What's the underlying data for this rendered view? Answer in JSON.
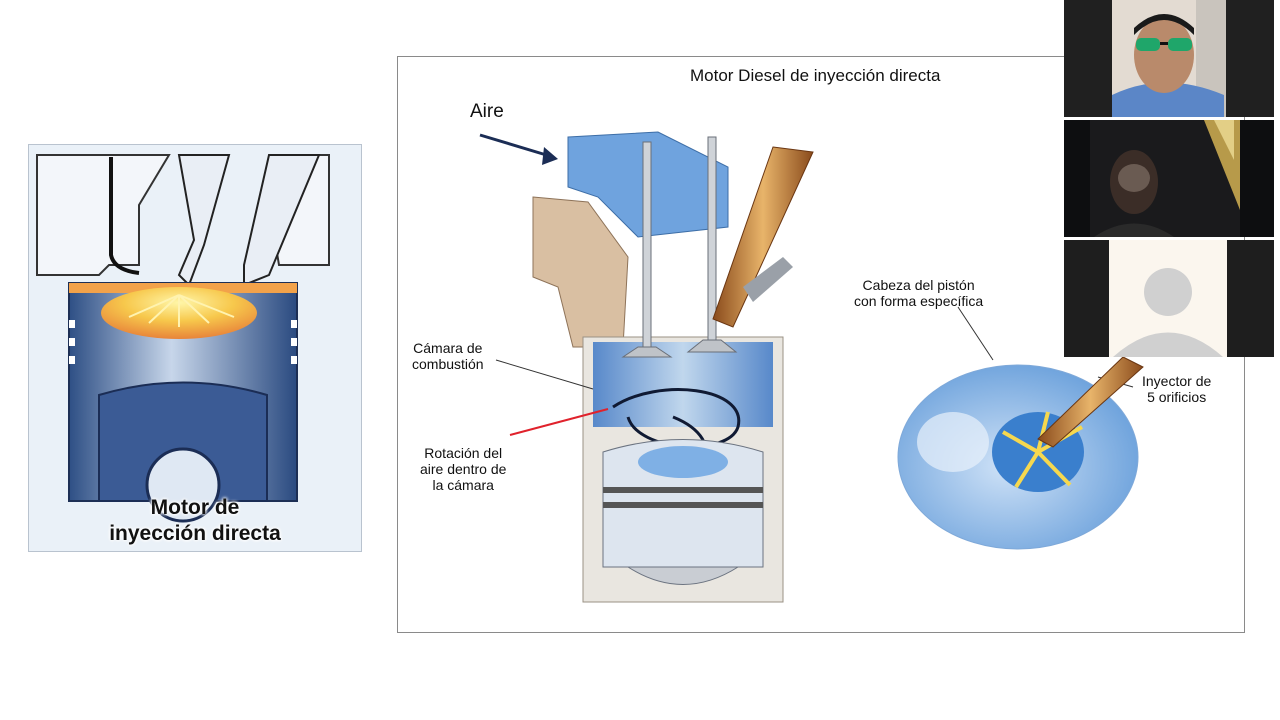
{
  "slide": {
    "left_figure": {
      "caption_line1": "Motor de",
      "caption_line2": "inyección directa"
    },
    "right_figure": {
      "title": "Motor Diesel de inyección directa",
      "labels": {
        "aire": "Aire",
        "camara_line1": "Cámara de",
        "camara_line2": "combustión",
        "rotacion_line1": "Rotación del",
        "rotacion_line2": "aire dentro de",
        "rotacion_line3": "la cámara",
        "cabeza_line1": "Cabeza del pistón",
        "cabeza_line2": "con forma específica",
        "inyector_line1": "Inyector de",
        "inyector_line2": "5 orificios"
      }
    }
  },
  "participants": [
    {
      "kind": "camera",
      "description_icon": "person-sunglasses-video"
    },
    {
      "kind": "camera",
      "description_icon": "person-dark-video"
    },
    {
      "kind": "no-video",
      "description_icon": "avatar-placeholder-icon"
    }
  ],
  "colors": {
    "cylinder_blue": "#5f86b8",
    "chamber_orange": "#e8843a",
    "injector_brass": "#c98a3a",
    "flame_yellow": "#f7d44c",
    "red_pointer": "#e0222c"
  }
}
